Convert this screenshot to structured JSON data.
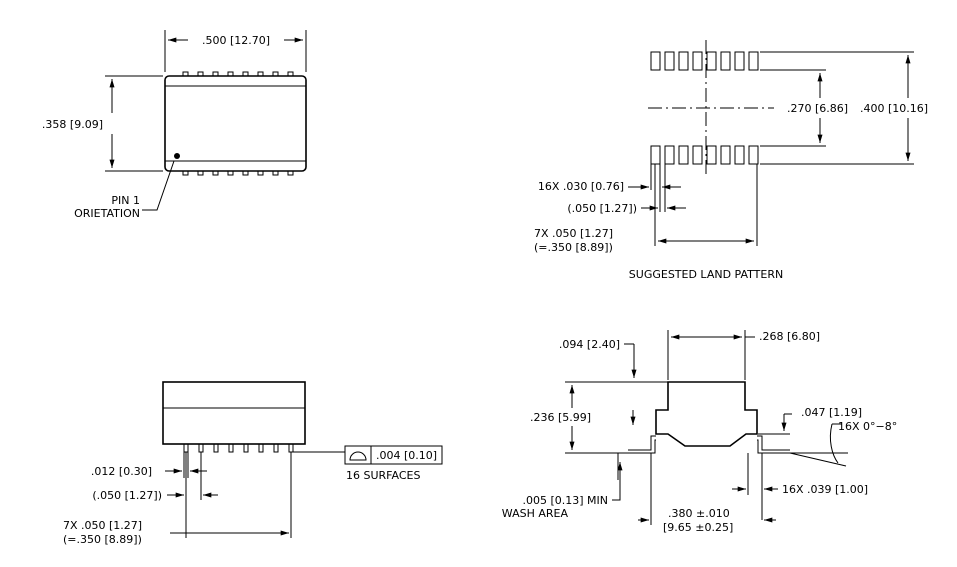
{
  "top_view": {
    "width_dim": ".500 [12.70]",
    "height_dim": ".358 [9.09]",
    "pin1_line1": "PIN 1",
    "pin1_line2": "ORIETATION"
  },
  "land_pattern": {
    "dim_270": ".270 [6.86]",
    "dim_400": ".400 [10.16]",
    "pad_width": "16X .030 [0.76]",
    "pitch": "(.050 [1.27])",
    "span_line1": "7X .050 [1.27]",
    "span_line2": "(=.350 [8.89])",
    "title": "SUGGESTED LAND PATTERN"
  },
  "front_view": {
    "lead_width": ".012 [0.30]",
    "pitch": "(.050 [1.27])",
    "span_line1": "7X .050 [1.27]",
    "span_line2": "(=.350 [8.89])",
    "coplanarity_value": ".004 [0.10]",
    "coplanarity_note": "16 SURFACES"
  },
  "side_view": {
    "dim_094": ".094 [2.40]",
    "dim_268": ".268 [6.80]",
    "dim_236": ".236 [5.99]",
    "dim_047": ".047 [1.19]",
    "angle": "16X 0°−8°",
    "lead_len": "16X .039 [1.00]",
    "wash_line1": ".005 [0.13] MIN",
    "wash_line2": "WASH AREA",
    "overall_line1": ".380 ±.010",
    "overall_line2": "[9.65 ±0.25]"
  }
}
